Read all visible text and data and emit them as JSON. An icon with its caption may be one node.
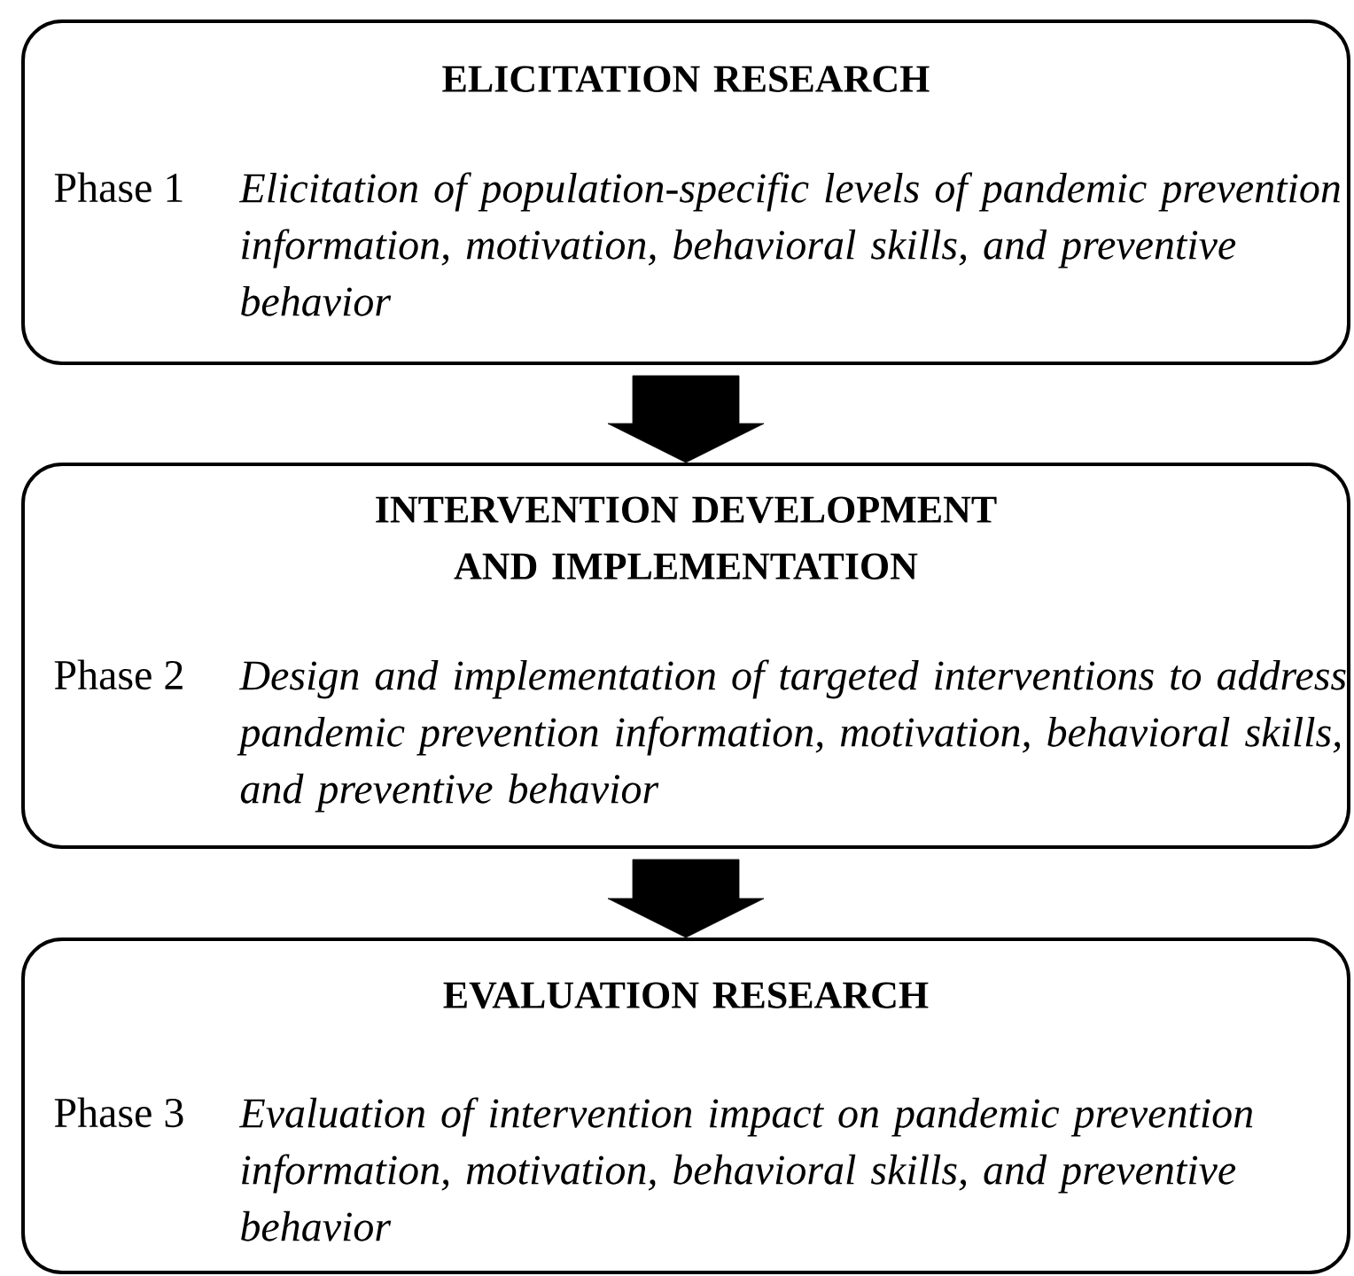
{
  "diagram": {
    "nodes": [
      {
        "text": [
          "ELICITATION RESEARCH",
          "Phase 1",
          "Elicitation of population-specific levels of pandemic prevention information, motivation, behavioral skills, and preventive behavior"
        ]
      },
      {
        "text": [
          "INTERVENTION DEVELOPMENT AND IMPLEMENTATION",
          "Phase 2",
          "Design and implementation of targeted interventions to address pandemic prevention information, motivation, behavioral skills, and preventive behavior"
        ]
      },
      {
        "text": [
          "EVALUATION RESEARCH",
          "Phase 3",
          "Evaluation of intervention impact on pandemic prevention information, motivation, behavioral skills, and preventive behavior"
        ]
      }
    ],
    "edges": [
      {
        "from": 0,
        "to": 1,
        "arrow": "to"
      },
      {
        "from": 1,
        "to": 2,
        "arrow": "to"
      }
    ]
  }
}
